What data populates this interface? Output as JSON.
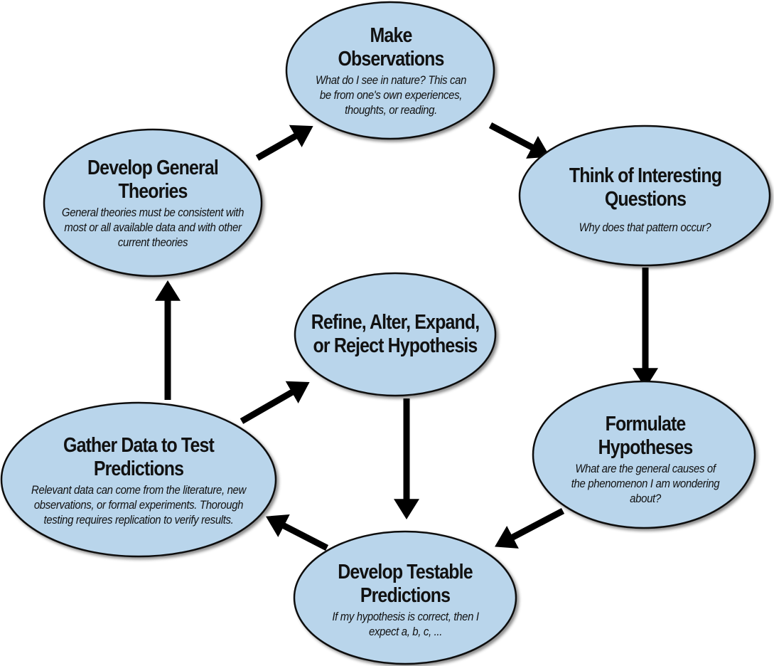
{
  "colors": {
    "fill": "#b9d5eb",
    "stroke": "#111111",
    "arrow": "#000000"
  },
  "nodes": {
    "observations": {
      "title": "Make Observations",
      "desc": "What do I see in nature? This can be from one's own experiences, thoughts, or reading."
    },
    "questions": {
      "title": "Think of Interesting Questions",
      "desc": "Why does that pattern occur?"
    },
    "hypotheses": {
      "title": "Formulate Hypotheses",
      "desc": "What are the general causes of the phenomenon I am wondering about?"
    },
    "predictions": {
      "title": "Develop Testable Predictions",
      "desc": "If my hypothesis is correct, then I expect a, b, c, ..."
    },
    "gather": {
      "title": "Gather Data to Test Predictions",
      "desc": "Relevant data can come from the literature, new observations, or formal experiments. Thorough testing requires replication to verify results."
    },
    "theories": {
      "title": "Develop General Theories",
      "desc": "General theories must be consistent with most or all available data and with other current theories"
    },
    "refine": {
      "title": "Refine, Alter, Expand, or Reject Hypothesis"
    }
  }
}
